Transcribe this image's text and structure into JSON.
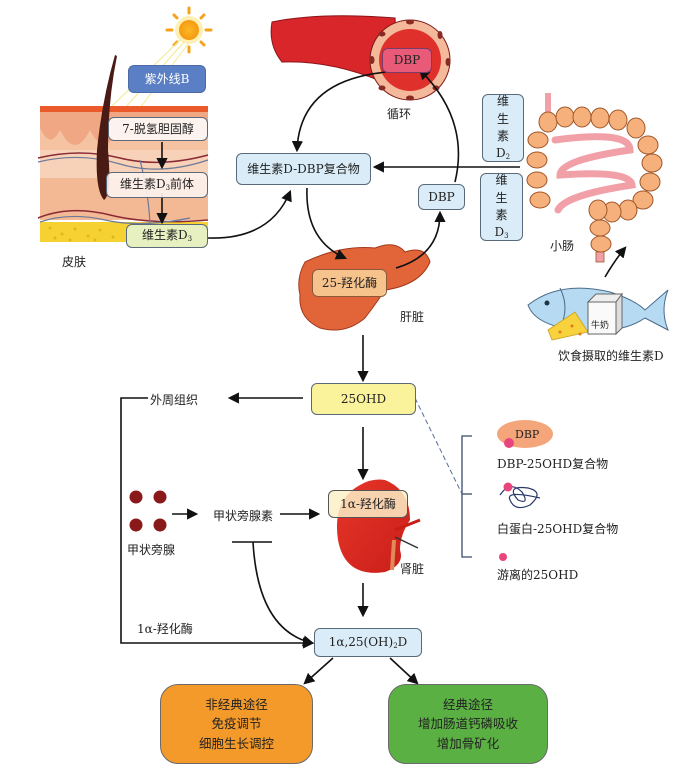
{
  "skin": {
    "uvb_label": "紫外线B",
    "step1": "7-脱氢胆固醇",
    "step2_prefix": "维生素D",
    "step2_sub": "3",
    "step2_suffix": "前体",
    "step3_prefix": "维生素D",
    "step3_sub": "3",
    "caption": "皮肤"
  },
  "circulation": {
    "dbp_label": "DBP",
    "caption": "循环"
  },
  "complex_box": "维生素D-DBP复合物",
  "dbp_box": "DBP",
  "intestine": {
    "d2_chars": [
      "维",
      "生",
      "素"
    ],
    "d2_letter": "D",
    "d2_sub": "2",
    "d3_chars": [
      "维",
      "生",
      "素"
    ],
    "d3_letter": "D",
    "d3_sub": "3",
    "caption": "小肠"
  },
  "diet": {
    "milk_label": "牛奶",
    "caption": "饮食摄取的维生素D"
  },
  "liver": {
    "enzyme": "25-羟化酶",
    "caption": "肝脏"
  },
  "ohd_box": "25OHD",
  "peripheral": "外周组织",
  "forms": {
    "dbp_blob": "DBP",
    "item1": "DBP-25OHD复合物",
    "item2": "白蛋白-25OHD复合物",
    "item3": "游离的25OHD"
  },
  "parathyroid": {
    "gland_caption": "甲状旁腺",
    "hormone": "甲状旁腺素"
  },
  "kidney": {
    "enzyme": "1α-羟化酶",
    "caption": "肾脏"
  },
  "side_enzyme": "1α-羟化酶",
  "active_box": {
    "prefix": "1α,25(OH)",
    "sub": "2",
    "suffix": "D"
  },
  "nonclassic": {
    "lines": [
      "非经典途径",
      "免疫调节",
      "细胞生长调控"
    ],
    "color": "#f39a2a"
  },
  "classic": {
    "lines": [
      "经典途径",
      "增加肠道钙磷吸收",
      "增加骨矿化"
    ],
    "color": "#5bb043"
  }
}
